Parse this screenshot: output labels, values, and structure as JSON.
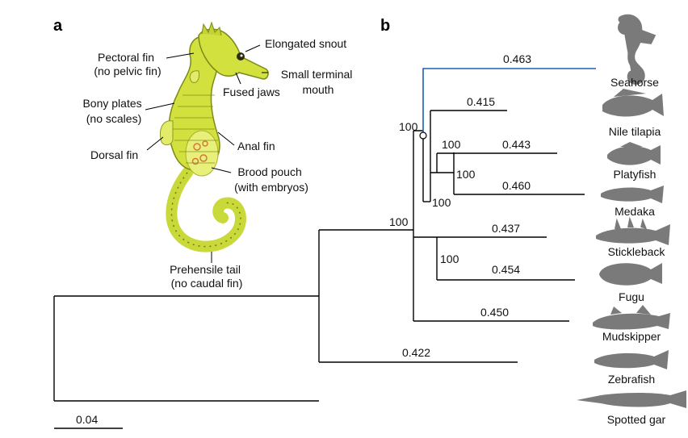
{
  "panels": {
    "a": "a",
    "b": "b"
  },
  "seahorse_labels": {
    "pectoral_fin": [
      "Pectoral fin",
      "(no pelvic fin)"
    ],
    "elongated_snout": [
      "Elongated snout"
    ],
    "small_terminal_mouth": [
      "Small terminal",
      "mouth"
    ],
    "fused_jaws": [
      "Fused jaws"
    ],
    "bony_plates": [
      "Bony plates",
      "(no scales)"
    ],
    "dorsal_fin": [
      "Dorsal fin"
    ],
    "anal_fin": [
      "Anal fin"
    ],
    "brood_pouch": [
      "Brood pouch",
      "(with embryos)"
    ],
    "prehensile_tail": [
      "Prehensile tail",
      "(no caudal fin)"
    ]
  },
  "tree": {
    "scale_bar": "0.04",
    "branch_lengths": {
      "seahorse": "0.463",
      "nile_tilapia": "0.415",
      "platyfish": "0.443",
      "medaka": "0.460",
      "stickleback": "0.437",
      "fugu": "0.454",
      "mudskipper": "0.450",
      "zebrafish": "0.422"
    },
    "bootstrap": {
      "root_node": "100",
      "seahorse_node": "100",
      "platyfish_medaka_clade": "100",
      "platyfish_medaka": "100",
      "tilapia_clade": "100",
      "stickleback_fugu": "100"
    },
    "highlight_color": "#1f5fb5"
  },
  "species": [
    {
      "name": "Seahorse",
      "icon": "seahorse-icon"
    },
    {
      "name": "Nile tilapia",
      "icon": "tilapia-icon"
    },
    {
      "name": "Platyfish",
      "icon": "platyfish-icon"
    },
    {
      "name": "Medaka",
      "icon": "medaka-icon"
    },
    {
      "name": "Stickleback",
      "icon": "stickleback-icon"
    },
    {
      "name": "Fugu",
      "icon": "fugu-icon"
    },
    {
      "name": "Mudskipper",
      "icon": "mudskipper-icon"
    },
    {
      "name": "Zebrafish",
      "icon": "zebrafish-icon"
    },
    {
      "name": "Spotted gar",
      "icon": "spotted-gar-icon"
    }
  ]
}
